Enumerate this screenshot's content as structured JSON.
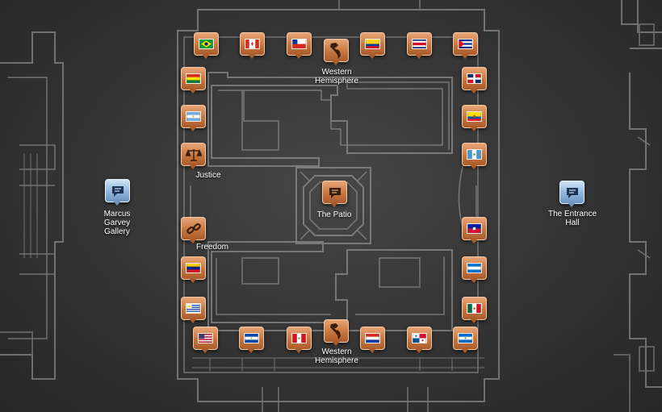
{
  "labels": {
    "western_top": "Western\nHemisphere",
    "western_bottom": "Western\nHemisphere",
    "justice": "Justice",
    "freedom": "Freedom",
    "patio": "The Patio",
    "marcus": "Marcus\nGarvey\nGallery",
    "entrance": "The Entrance\nHall"
  },
  "colors": {
    "plan_line": "#a9a9a9",
    "pin_copper": "#c8763f",
    "pin_blue": "#8fb5db"
  },
  "pins": {
    "flag_brazil": {
      "icon": "brazil-flag-icon"
    },
    "flag_canada": {
      "icon": "canada-flag-icon"
    },
    "flag_chile": {
      "icon": "chile-flag-icon"
    },
    "western_top": {
      "icon": "americas-map-icon"
    },
    "flag_colombia": {
      "icon": "colombia-flag-icon"
    },
    "flag_costa_rica": {
      "icon": "costa-rica-flag-icon"
    },
    "flag_cuba": {
      "icon": "cuba-flag-icon"
    },
    "flag_bolivia": {
      "icon": "bolivia-flag-icon"
    },
    "flag_argentina": {
      "icon": "argentina-flag-icon"
    },
    "justice": {
      "icon": "scales-icon"
    },
    "flag_dominican_republic": {
      "icon": "dominican-republic-flag-icon"
    },
    "flag_ecuador": {
      "icon": "ecuador-flag-icon"
    },
    "flag_guatemala": {
      "icon": "guatemala-flag-icon"
    },
    "patio": {
      "icon": "speech-bubble-icon"
    },
    "marcus": {
      "icon": "speech-bubble-icon"
    },
    "entrance": {
      "icon": "speech-bubble-icon"
    },
    "freedom": {
      "icon": "broken-chain-icon"
    },
    "flag_haiti": {
      "icon": "haiti-flag-icon"
    },
    "flag_venezuela": {
      "icon": "venezuela-flag-icon"
    },
    "flag_honduras": {
      "icon": "honduras-flag-icon"
    },
    "flag_uruguay": {
      "icon": "uruguay-flag-icon"
    },
    "flag_mexico": {
      "icon": "mexico-flag-icon"
    },
    "flag_usa": {
      "icon": "usa-flag-icon"
    },
    "flag_el_salvador": {
      "icon": "el-salvador-flag-icon"
    },
    "flag_peru": {
      "icon": "peru-flag-icon"
    },
    "western_bottom": {
      "icon": "americas-map-icon"
    },
    "flag_paraguay": {
      "icon": "paraguay-flag-icon"
    },
    "flag_panama": {
      "icon": "panama-flag-icon"
    },
    "flag_nicaragua": {
      "icon": "nicaragua-flag-icon"
    }
  }
}
